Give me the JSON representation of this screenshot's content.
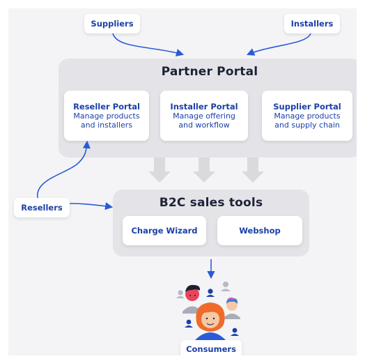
{
  "diagram": {
    "external_actors": {
      "suppliers": "Suppliers",
      "installers": "Installers",
      "resellers": "Resellers",
      "consumers": "Consumers"
    },
    "partner_portal": {
      "title": "Partner Portal",
      "cards": [
        {
          "title": "Reseller Portal",
          "lines": [
            "Manage products",
            "and installers"
          ]
        },
        {
          "title": "Installer Portal",
          "lines": [
            "Manage offering",
            "and workflow"
          ]
        },
        {
          "title": "Supplier Portal",
          "lines": [
            "Manage products",
            "and supply chain"
          ]
        }
      ]
    },
    "b2c_sales_tools": {
      "title": "B2C sales tools",
      "cards": [
        {
          "title": "Charge Wizard"
        },
        {
          "title": "Webshop"
        }
      ]
    },
    "colors": {
      "accent_blue": "#1a3fa8",
      "arrow_blue": "#2a5bd7",
      "group_gray": "#e4e4e8",
      "big_arrow_gray": "#dadade",
      "avatar_orange": "#f06a2a",
      "avatar_skin": "#f6c9a6",
      "avatar_small_gray": "#b6b9c4"
    },
    "icons": {
      "flow_arrow": "arrow-icon",
      "consumer_group": "people-group-icon"
    }
  }
}
